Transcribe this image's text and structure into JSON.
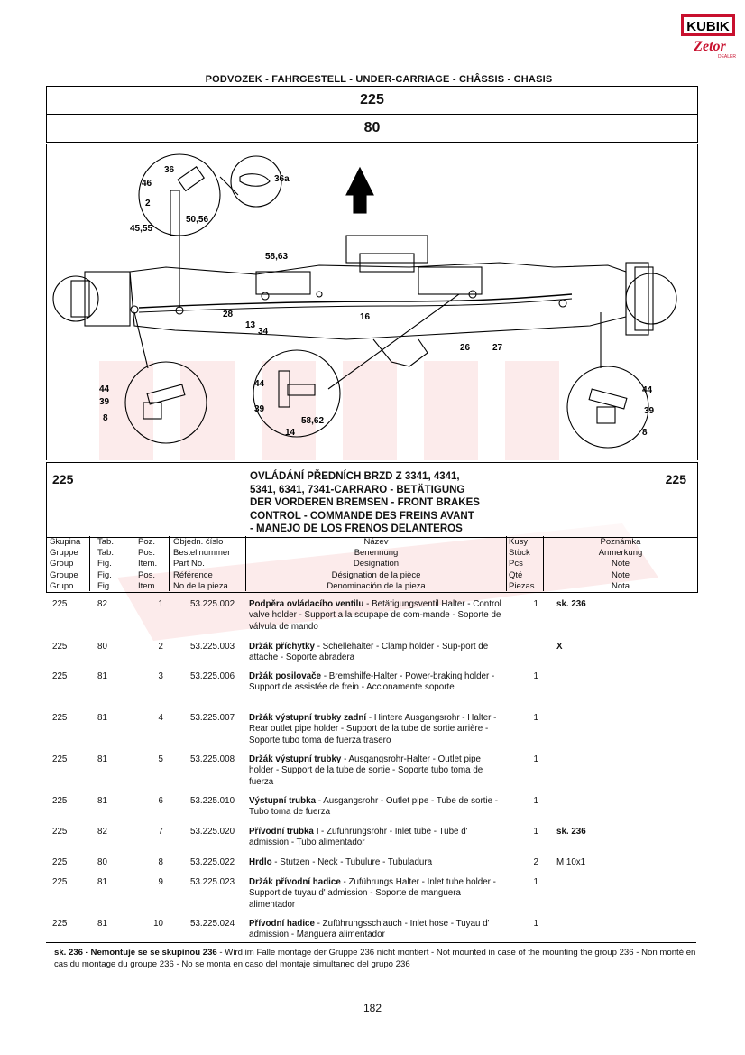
{
  "logo": {
    "top_text": "KUBIK",
    "bottom_text": "Zetor",
    "sub_text": "DEALER"
  },
  "header": {
    "title": "PODVOZEK - FAHRGESTELL - UNDER-CARRIAGE - CHÂSSIS - CHASIS",
    "box1": "225",
    "box2": "80"
  },
  "diagram_labels": {
    "l36": "36",
    "l46": "46",
    "l2": "2",
    "l5056": "50,56",
    "l4555": "45,55",
    "l36a": "36a",
    "l5863": "58,63",
    "l16": "16",
    "l28": "28",
    "l13": "13",
    "l34": "34",
    "l26": "26",
    "l27": "27",
    "l44a": "44",
    "l39a": "39",
    "l8a": "8",
    "l44b": "44",
    "l39b": "39",
    "l5862": "58,62",
    "l14": "14",
    "l44c": "44",
    "l39c": "39",
    "l8c": "8"
  },
  "group": {
    "left": "225",
    "right": "225",
    "title": [
      "OVLÁDÁNÍ PŘEDNÍCH BRZD Z 3341, 4341,",
      "5341, 6341, 7341-CARRARO - BETÄTIGUNG",
      "DER VORDEREN BREMSEN - FRONT BRAKES",
      "CONTROL - COMMANDE DES FREINS AVANT",
      "- MANEJO DE LOS FRENOS DELANTEROS"
    ]
  },
  "columns": {
    "skupina": [
      "Skupina",
      "Gruppe",
      "Group",
      "Groupe",
      "Grupo"
    ],
    "tab": [
      "Tab.",
      "Tab.",
      "Fig.",
      "Fig.",
      "Fig."
    ],
    "poz": [
      "Poz.",
      "Pos.",
      "Item.",
      "Pos.",
      "Item."
    ],
    "cislo": [
      "Objedn. číslo",
      "Bestellnummer",
      "Part No.",
      "Référence",
      "No de la pieza"
    ],
    "nazev": [
      "Název",
      "Benennung",
      "Designation",
      "Désignation de la pièce",
      "Denominación de la pieza"
    ],
    "kusy": [
      "Kusy",
      "Stück",
      "Pcs",
      "Qté",
      "Piezas"
    ],
    "poznamka": [
      "Poznámka",
      "Anmerkung",
      "Note",
      "Note",
      "Nota"
    ]
  },
  "items": [
    {
      "grp": "225",
      "tab": "82",
      "poz": "1",
      "num": "53.225.002",
      "name": "Podpěra ovládacího ventilu",
      "desc": " - Betätigungsventil Halter - Control valve holder - Support a la soupape de com-mande - Soporte de válvula de mando",
      "qty": "1",
      "note": "sk. 236"
    },
    {
      "grp": "225",
      "tab": "80",
      "poz": "2",
      "num": "53.225.003",
      "name": "Držák příchytky",
      "desc": " - Schellehalter - Clamp holder - Sup-port de attache - Soporte abradera",
      "qty": "",
      "note": "X"
    },
    {
      "grp": "225",
      "tab": "81",
      "poz": "3",
      "num": "53.225.006",
      "name": "Držák posilovače",
      "desc": " - Bremshilfe-Halter - Power-braking holder - Support de assistée de frein - Accionamente soporte",
      "qty": "1",
      "note": ""
    },
    {
      "grp": "225",
      "tab": "81",
      "poz": "4",
      "num": "53.225.007",
      "name": "Držák výstupní trubky zadní",
      "desc": " - Hintere Ausgangsrohr - Halter - Rear outlet pipe holder - Support de la tube de sortie arrière - Soporte tubo toma de fuerza trasero",
      "qty": "1",
      "note": ""
    },
    {
      "grp": "225",
      "tab": "81",
      "poz": "5",
      "num": "53.225.008",
      "name": "Držák výstupní trubky",
      "desc": " - Ausgangsrohr-Halter - Outlet pipe holder - Support de la tube de sortie - Soporte tubo toma de fuerza",
      "qty": "1",
      "note": ""
    },
    {
      "grp": "225",
      "tab": "81",
      "poz": "6",
      "num": "53.225.010",
      "name": "Výstupní trubka",
      "desc": " - Ausgangsrohr - Outlet pipe - Tube de sortie - Tubo toma de fuerza",
      "qty": "1",
      "note": ""
    },
    {
      "grp": "225",
      "tab": "82",
      "poz": "7",
      "num": "53.225.020",
      "name": "Přívodní trubka I",
      "desc": " - Zuführungsrohr - Inlet tube - Tube d' admission - Tubo alimentador",
      "qty": "1",
      "note": "sk. 236"
    },
    {
      "grp": "225",
      "tab": "80",
      "poz": "8",
      "num": "53.225.022",
      "name": "Hrdlo",
      "desc": " - Stutzen - Neck - Tubulure - Tubuladura",
      "qty": "2",
      "note": "M 10x1"
    },
    {
      "grp": "225",
      "tab": "81",
      "poz": "9",
      "num": "53.225.023",
      "name": "Držák přívodní hadice",
      "desc": " - Zuführungs Halter - Inlet tube holder - Support de tuyau d' admission - Soporte de manguera alimentador",
      "qty": "1",
      "note": ""
    },
    {
      "grp": "225",
      "tab": "81",
      "poz": "10",
      "num": "53.225.024",
      "name": "Přívodní hadice",
      "desc": " - Zuführungsschlauch - Inlet hose - Tuyau d' admission - Manguera alimentador",
      "qty": "1",
      "note": ""
    }
  ],
  "footnote": {
    "bold": "sk. 236 - Nemontuje se se skupinou 236",
    "text": " - Wird im Falle montage der Gruppe 236 nicht montiert - Not mounted in case of the mounting the group 236 - Non monté en cas du montage du groupe 236 - No se monta en caso del montaje simultaneo del grupo 236"
  },
  "page_number": "182"
}
